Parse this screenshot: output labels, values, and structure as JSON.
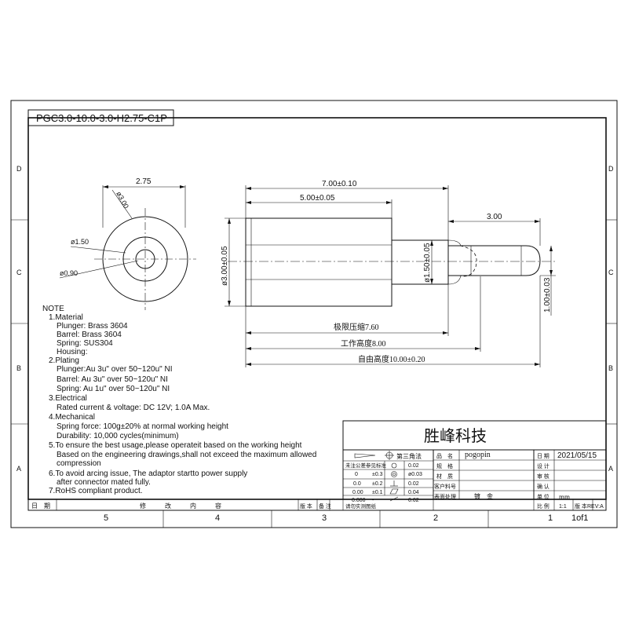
{
  "part_number": "PGC3.0-10.0-3.0-H2.75-C1P",
  "border": {
    "zones_side": [
      "D",
      "C",
      "B",
      "A"
    ],
    "zones_bottom": [
      "5",
      "4",
      "3",
      "2",
      "1"
    ]
  },
  "end_view": {
    "dim_width": "2.75",
    "dim_dia_outer": "ø3.00",
    "dim_dia_mid": "ø1.50",
    "dim_dia_inner": "ø0.90"
  },
  "side_view": {
    "dim_total": "7.00±0.10",
    "dim_barrel": "5.00±0.05",
    "dim_plunger": "3.00",
    "dim_dia_barrel": "ø3.00±0.05",
    "dim_dia_neck": "ø1.50±0.05",
    "dim_dia_tip": "1.00±0.03",
    "dim_limit": "极限压缩7.60",
    "dim_working": "工作高度8.00",
    "dim_free": "自由高度10.00±0.20"
  },
  "notes": {
    "title": "NOTE",
    "lines": [
      "1.Material",
      "Plunger: Brass 3604",
      "Barrel: Brass 3604",
      "Spring: SUS304",
      "Housing:",
      "2.Plating",
      "Plunger:Au 3u\"   over 50~120u\" NI",
      "Barrel: Au 3u\"   over 50~120u\" NI",
      "Spring: Au 1u\"   over 50~120u\" NI",
      "3.Electrical",
      "Rated current & voltage: DC 12V; 1.0A   Max.",
      "4.Mechanical",
      "Spring force: 100g±20% at normal working height",
      "Durability: 10,000 cycles(minimum)",
      "5.To ensure the best usage,please operateit based on the working height",
      "Based on the engineering drawings,shall not exceed the maximum allowed",
      "compression",
      "6.To avoid arcing issue, The adaptor startto power supply",
      "after connector mated fully.",
      "7.RoHS compliant product."
    ]
  },
  "title_block": {
    "company": "胜峰科技",
    "projection": "第三角法",
    "tol_header": "未注公差参见标准",
    "tol_rows": [
      {
        "range": "0",
        "tol": "±0.3"
      },
      {
        "range": "0.0",
        "tol": "±0.2"
      },
      {
        "range": "0.00",
        "tol": "±0.1"
      },
      {
        "range": "0.000",
        "tol": "-"
      }
    ],
    "gdt_values": [
      "0.02",
      "ø0.03",
      "0.02",
      "0.04",
      "0.02"
    ],
    "product_label": "品　名",
    "product_value": "pogopin",
    "spec_label": "规　格",
    "material_label": "材　质",
    "customer_label": "客户料号",
    "surface_label": "表面处理",
    "surface_value": "镀　金",
    "date_label": "日 期",
    "date_value": "2021/05/15",
    "design_label": "设 计",
    "check_label": "审 核",
    "confirm_label": "确 认",
    "unit_label": "单 位",
    "unit_value": "mm",
    "scale_label": "比 例",
    "scale_value": "1:1",
    "version_label": "版 本",
    "version_value": "REV:A",
    "sheet": "1of1",
    "footer_note": "请勿实测图纸"
  },
  "revision_bar": {
    "date": "日　期",
    "content": "修　　　改　　　内　　　容",
    "version": "版 本",
    "remark": "备 注"
  }
}
